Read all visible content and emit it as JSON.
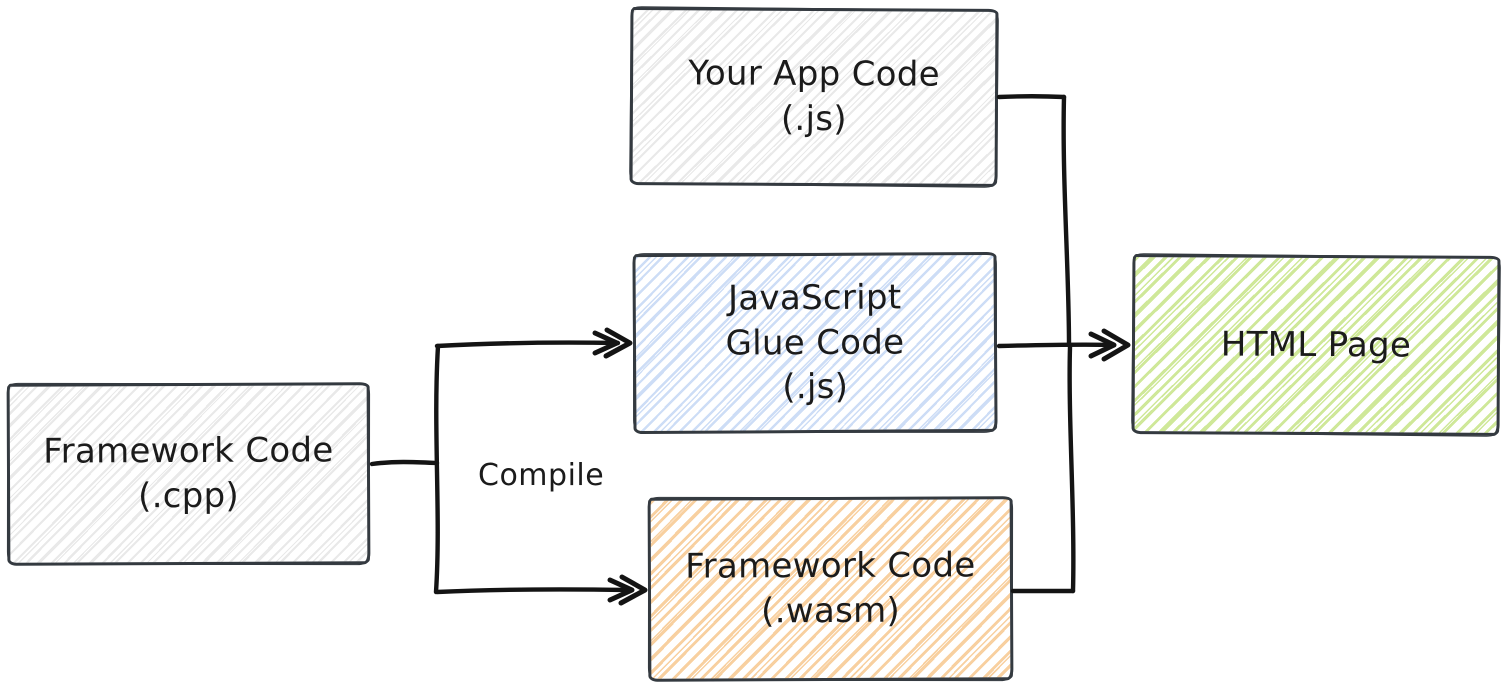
{
  "nodes": {
    "framework_cpp": {
      "line1": "Framework Code",
      "line2": "(.cpp)"
    },
    "your_app_code": {
      "line1": "Your App Code",
      "line2": "(.js)"
    },
    "js_glue_code": {
      "line1": "JavaScript",
      "line2": "Glue Code",
      "line3": "(.js)"
    },
    "framework_wasm": {
      "line1": "Framework Code",
      "line2": "(.wasm)"
    },
    "html_page": {
      "line1": "HTML Page"
    }
  },
  "edge_labels": {
    "compile": "Compile"
  },
  "colors": {
    "stroke": "#343a40",
    "arrow": "#141414",
    "text": "#1b1b1b",
    "hatch_gray": "#e9e9e9",
    "hatch_blue": "#cdddf6",
    "hatch_orange": "#f8d0a0",
    "hatch_green": "#cfe899",
    "background": "#ffffff"
  }
}
